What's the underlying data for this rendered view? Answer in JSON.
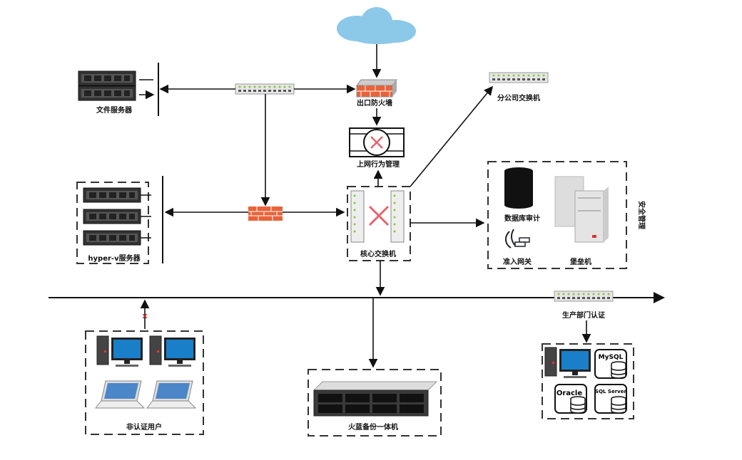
{
  "labels": {
    "exit_firewall": "出口防火墙",
    "file_server": "文件服务器",
    "behavior_mgmt": "上网行为管理",
    "branch_switch": "分公司交换机",
    "hyperv": "hyper-v服务器",
    "core_switch": "核心交换机",
    "db_audit": "数据库审计",
    "access_gateway": "准入网关",
    "bastion": "堡垒机",
    "security_mgmt": "安全管理",
    "prod_auth": "生产部门认证",
    "unauth_users": "非认证用户",
    "backup": "火蓝备份一体机"
  },
  "databases": [
    "MySQL",
    "Oracle",
    "SQL Server"
  ],
  "colors": {
    "cloud": "#8cc8e8",
    "firewall": "#e8633a",
    "switch_port": "#8bc34a",
    "blocked": "#d02020",
    "monitor": "#1a7fc9"
  }
}
